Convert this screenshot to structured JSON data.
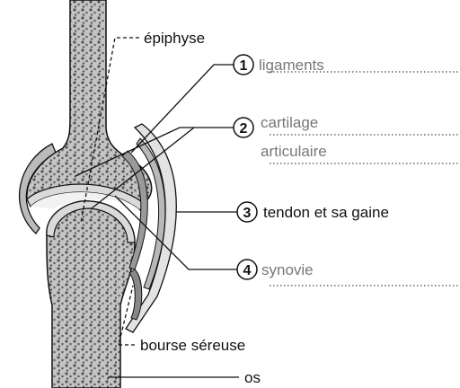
{
  "labels": {
    "epiphyse": "épiphyse",
    "ligaments": "ligaments",
    "cartilage_line1": "cartilage",
    "cartilage_line2": "articulaire",
    "tendon": "tendon et sa gaine",
    "synovie": "synovie",
    "bourse": "bourse séreuse",
    "os": "os"
  },
  "numbers": {
    "n1": "1",
    "n2": "2",
    "n3": "3",
    "n4": "4"
  },
  "colors": {
    "bone_fill": "#c9c9c9",
    "bone_pattern": "#555555",
    "cartilage": "#d4d4d4",
    "synovial": "#eeeeee",
    "outline": "#111111",
    "faded_text": "#777777"
  }
}
